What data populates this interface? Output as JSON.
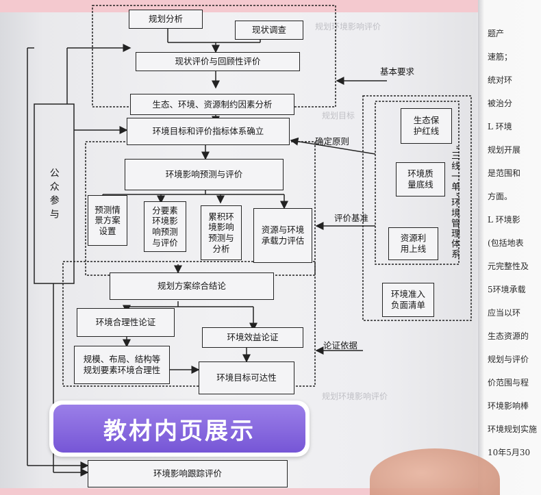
{
  "flow": {
    "planning_analysis": "规划分析",
    "status_survey": "现状调查",
    "status_review": "现状评价与回顾性评价",
    "constraint_analysis": "生态、环境、资源制约因素分析",
    "target_system": "环境目标和评价指标体系确立",
    "impact_prediction": "环境影响预测与评价",
    "scenario": "预测情景方案设置",
    "factor_prediction": "分要素环境影响预测与评价",
    "cumulative": "累积环境影响预测与分析",
    "capacity": "资源与环境承载力评估",
    "conclusion": "规划方案综合结论",
    "rationality": "环境合理性论证",
    "benefit": "环境效益论证",
    "scale_layout": "规模、布局、结构等规划要素环境合理性",
    "target_reach": "环境目标可达性",
    "tracking": "环境影响跟踪评价",
    "public": "公众参与",
    "eco_redline": "生态保护红线",
    "quality_baseline": "环境质量底线",
    "resource_ceiling": "资源利用上线",
    "negative_list": "环境准入负面清单",
    "system_name": "“三线一单”环境管理体系",
    "basic_req": "基本要求",
    "determine": "确定原则",
    "benchmark": "评价基准",
    "basis": "论证依据"
  },
  "banner": {
    "text": "教材内页展示"
  },
  "right_page_lines": [
    "题产",
    "速筋；",
    "统对环",
    "被治分",
    "L 环境",
    "规划开展",
    "是范围和",
    "方面。",
    "L 环境影",
    "(包括地表",
    "元完整性及",
    "5环境承载",
    "应当以环",
    "生态资源的",
    "规划与评价",
    "价范围与程",
    "环境影响棒",
    "环境规划实施",
    "10年5月30"
  ],
  "colors": {
    "banner": "#7656d6",
    "border": "#f4c9cf"
  }
}
